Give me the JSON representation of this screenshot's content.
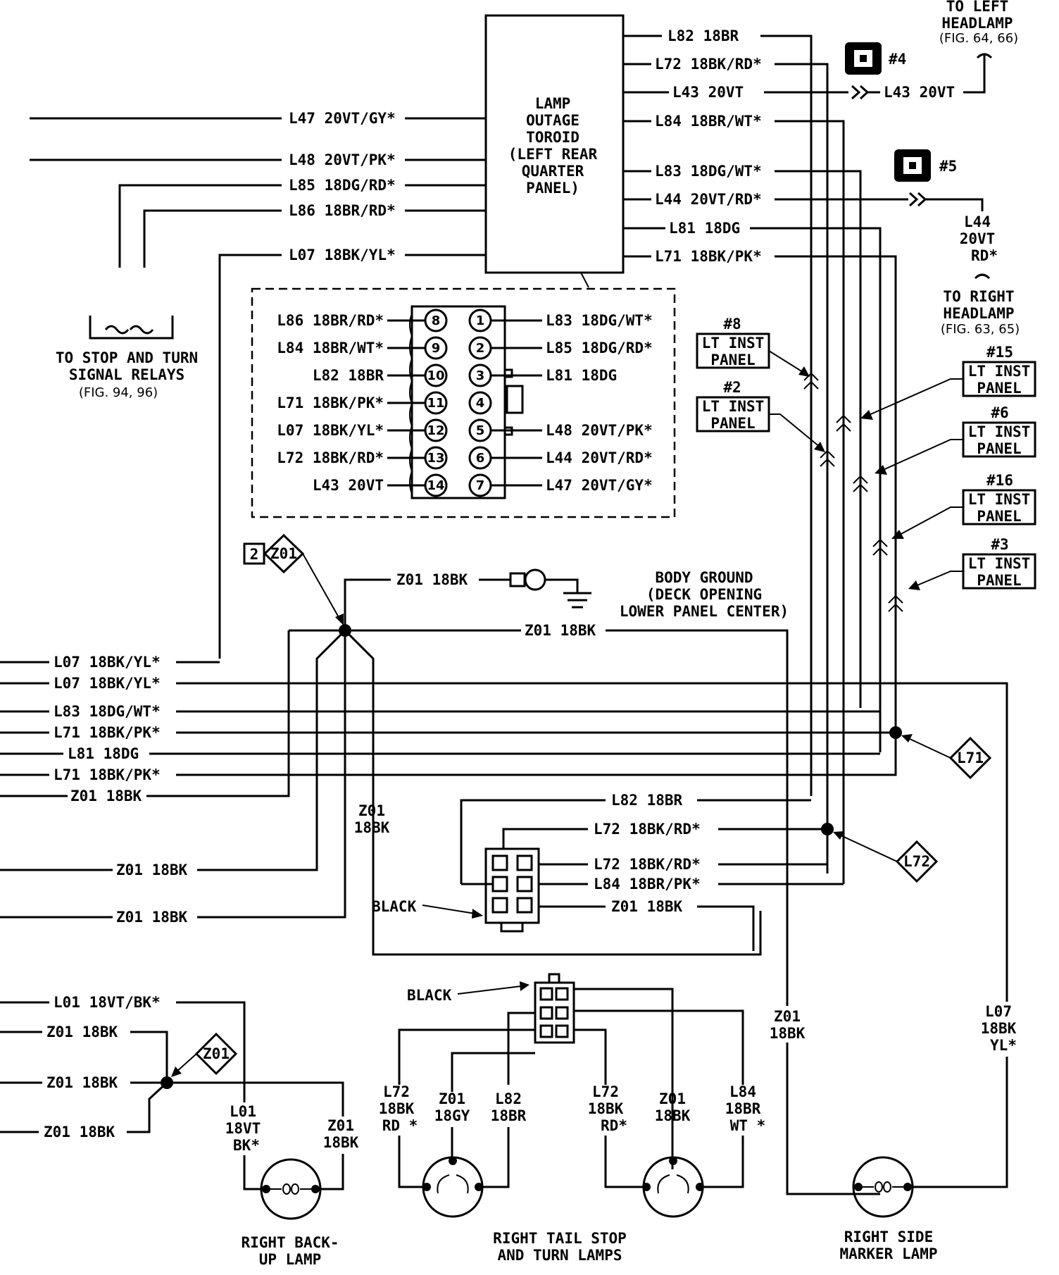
{
  "toroid": {
    "lines": [
      "LAMP",
      "OUTAGE",
      "TOROID",
      "(LEFT REAR",
      "QUARTER",
      "PANEL)"
    ]
  },
  "toroid_left_wires": [
    "L47 20VT/GY*",
    "L48 20VT/PK*",
    "L85 18DG/RD*",
    "L86 18BR/RD*",
    "L07 18BK/YL*"
  ],
  "toroid_right_wires": [
    "L82 18BR",
    "L72 18BK/RD*",
    "L43 20VT",
    "L84 18BR/WT*",
    "L83 18DG/WT*",
    "L44 20VT/RD*",
    "L81 18DG",
    "L71 18BK/PK*"
  ],
  "left_headlamp": {
    "wire": "L43 20VT",
    "lines": [
      "TO LEFT",
      "HEADLAMP",
      "(FIG. 64, 66)"
    ],
    "connector": "#4"
  },
  "right_headlamp": {
    "wire_lines": [
      "L44",
      "20VT",
      "RD*"
    ],
    "lines": [
      "TO RIGHT",
      "HEADLAMP",
      "(FIG. 63, 65)"
    ],
    "connector": "#5"
  },
  "stop_turn": {
    "lines": [
      "TO STOP AND TURN",
      "SIGNAL RELAYS",
      "(FIG. 94, 96)"
    ]
  },
  "connector_pins": {
    "left": [
      {
        "wire": "L86 18BR/RD*",
        "pin": "8"
      },
      {
        "wire": "L84 18BR/WT*",
        "pin": "9"
      },
      {
        "wire": "L82 18BR",
        "pin": "10"
      },
      {
        "wire": "L71 18BK/PK*",
        "pin": "11"
      },
      {
        "wire": "L07 18BK/YL*",
        "pin": "12"
      },
      {
        "wire": "L72 18BK/RD*",
        "pin": "13"
      },
      {
        "wire": "L43 20VT",
        "pin": "14"
      }
    ],
    "right": [
      {
        "wire": "L83 18DG/WT*",
        "pin": "1"
      },
      {
        "wire": "L85 18DG/RD*",
        "pin": "2"
      },
      {
        "wire": "L81 18DG",
        "pin": "3"
      },
      {
        "wire": "",
        "pin": "4"
      },
      {
        "wire": "L48 20VT/PK*",
        "pin": "5"
      },
      {
        "wire": "L44 20VT/RD*",
        "pin": "6"
      },
      {
        "wire": "L47 20VT/GY*",
        "pin": "7"
      }
    ]
  },
  "inst_panel_refs": [
    {
      "num": "#8",
      "label": [
        "LT INST",
        "PANEL"
      ]
    },
    {
      "num": "#2",
      "label": [
        "LT INST",
        "PANEL"
      ]
    },
    {
      "num": "#15",
      "label": [
        "LT INST",
        "PANEL"
      ]
    },
    {
      "num": "#6",
      "label": [
        "LT INST",
        "PANEL"
      ]
    },
    {
      "num": "#16",
      "label": [
        "LT INST",
        "PANEL"
      ]
    },
    {
      "num": "#3",
      "label": [
        "LT INST",
        "PANEL"
      ]
    }
  ],
  "splice_z01": {
    "num": "2",
    "code": "Z01"
  },
  "body_ground": {
    "wire": "Z01 18BK",
    "lines": [
      "BODY GROUND",
      "(DECK OPENING",
      "LOWER PANEL CENTER)"
    ]
  },
  "z01_horizontal": "Z01 18BK",
  "left_wires": [
    "L07 18BK/YL*",
    "L07 18BK/YL*",
    "L83 18DG/WT*",
    "L71 18BK/PK*",
    "L81 18DG",
    "L71 18BK/PK*",
    "Z01 18BK"
  ],
  "z01_vertical": [
    "Z01",
    "18BK"
  ],
  "lower_left_wires": [
    "Z01 18BK",
    "Z01 18BK"
  ],
  "splice_l71": "L71",
  "splice_l72": "L72",
  "conn_black1": {
    "label": "BLACK",
    "wires": [
      "L82 18BR",
      "L72 18BK/RD*",
      "L72 18BK/RD*",
      "L84 18BR/PK*",
      "Z01 18BK"
    ]
  },
  "conn_black2": {
    "label": "BLACK"
  },
  "z01_right_vertical": [
    "Z01",
    "18BK"
  ],
  "l07_right_vertical": [
    "L07",
    "18BK",
    "YL*"
  ],
  "backup": {
    "wires": [
      "L01 18VT/BK*",
      "Z01 18BK",
      "Z01 18BK",
      "Z01 18BK"
    ],
    "splice": "Z01",
    "l01": [
      "L01",
      "18VT",
      "BK*"
    ],
    "z01": [
      "Z01",
      "18BK"
    ],
    "name": [
      "RIGHT BACK-",
      "UP LAMP"
    ]
  },
  "tail": {
    "drops": [
      [
        "L72",
        "18BK",
        "RD *"
      ],
      [
        "Z01",
        "18GY"
      ],
      [
        "L82",
        "18BR"
      ],
      [
        "L72",
        "18BK",
        "RD*"
      ],
      [
        "Z01",
        "18BK"
      ],
      [
        "L84",
        "18BR",
        "WT *"
      ]
    ],
    "name": [
      "RIGHT TAIL STOP",
      "AND TURN LAMPS"
    ]
  },
  "marker": {
    "name": [
      "RIGHT SIDE",
      "MARKER LAMP"
    ]
  }
}
